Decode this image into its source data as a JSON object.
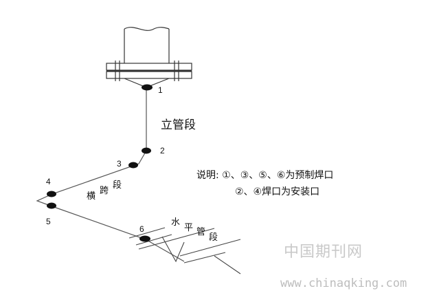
{
  "weld_numbers": [
    "1",
    "2",
    "3",
    "4",
    "5",
    "6"
  ],
  "labels": {
    "vertical_section": "立管段",
    "cross_section": [
      "横",
      "跨",
      "段"
    ],
    "horizontal_section": [
      "水",
      "平",
      "管",
      "段"
    ]
  },
  "note": {
    "line1": "说明: ①、③、⑤、⑥为预制焊口",
    "line2": "②、④焊口为安装口"
  },
  "watermark": {
    "cn": "中国期刊网",
    "url": "www.chinaqking.com"
  },
  "colors": {
    "line": "#555555",
    "weld": "#111111",
    "watermark": "#c4c4c4"
  }
}
